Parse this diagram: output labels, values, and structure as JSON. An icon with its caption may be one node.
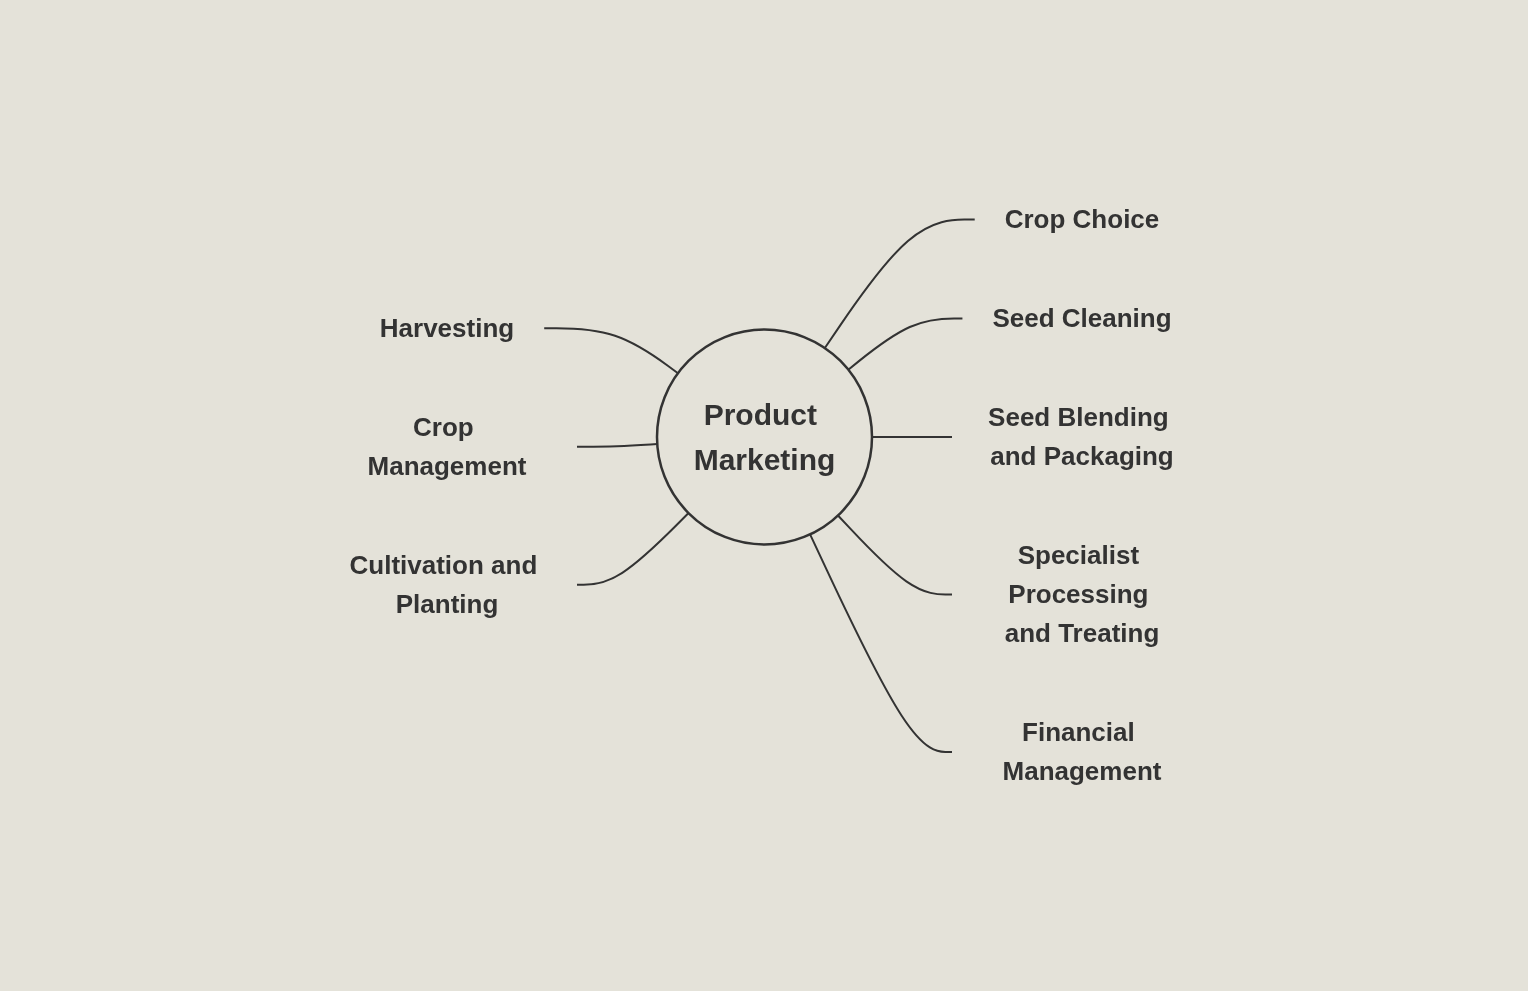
{
  "diagram": {
    "nodes": [
      {
        "text": [
          "Product Marketing"
        ]
      },
      {
        "text": [
          "Crop Choice"
        ]
      },
      {
        "text": [
          "Seed Cleaning"
        ]
      },
      {
        "text": [
          "Seed Blending and Packaging"
        ]
      },
      {
        "text": [
          "Specialist Processing and Treating"
        ]
      },
      {
        "text": [
          "Financial Management"
        ]
      },
      {
        "text": [
          "Harvesting"
        ]
      },
      {
        "text": [
          "Crop Management"
        ]
      },
      {
        "text": [
          "Cultivation and Planting"
        ]
      }
    ],
    "edges": [
      {
        "from": 0,
        "to": 1,
        "arrow": "none"
      },
      {
        "from": 0,
        "to": 2,
        "arrow": "none"
      },
      {
        "from": 0,
        "to": 3,
        "arrow": "none"
      },
      {
        "from": 0,
        "to": 4,
        "arrow": "none"
      },
      {
        "from": 0,
        "to": 5,
        "arrow": "none"
      },
      {
        "from": 0,
        "to": 6,
        "arrow": "none"
      },
      {
        "from": 0,
        "to": 7,
        "arrow": "none"
      },
      {
        "from": 0,
        "to": 8,
        "arrow": "none"
      }
    ]
  }
}
